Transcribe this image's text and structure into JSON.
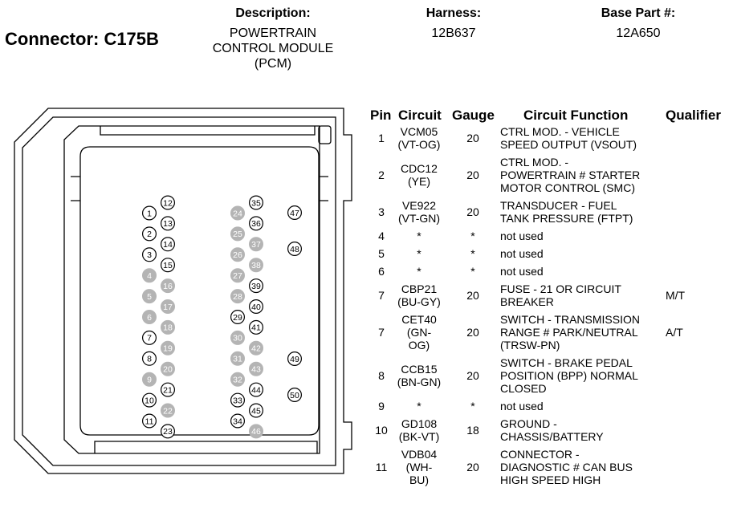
{
  "connector": {
    "title": "Connector: C175B"
  },
  "header": {
    "description_label": "Description:",
    "description_lines": [
      "POWERTRAIN",
      "CONTROL MODULE",
      "(PCM)"
    ],
    "harness_label": "Harness:",
    "harness_value": "12B637",
    "base_part_label": "Base Part #:",
    "base_part_value": "12A650"
  },
  "table": {
    "headers": {
      "pin": "Pin",
      "circuit": "Circuit",
      "gauge": "Gauge",
      "function": "Circuit Function",
      "qualifier": "Qualifier"
    },
    "rows": [
      {
        "pin": "1",
        "circuit": [
          "VCM05",
          "(VT-OG)"
        ],
        "gauge": "20",
        "function": [
          "CTRL MOD. - VEHICLE",
          "SPEED OUTPUT (VSOUT)"
        ],
        "qualifier": ""
      },
      {
        "pin": "2",
        "circuit": [
          "CDC12",
          "(YE)"
        ],
        "gauge": "20",
        "function": [
          "CTRL MOD. -",
          "POWERTRAIN # STARTER",
          "MOTOR CONTROL (SMC)"
        ],
        "qualifier": ""
      },
      {
        "pin": "3",
        "circuit": [
          "VE922",
          "(VT-GN)"
        ],
        "gauge": "20",
        "function": [
          "TRANSDUCER - FUEL",
          "TANK PRESSURE (FTPT)"
        ],
        "qualifier": ""
      },
      {
        "pin": "4",
        "circuit": [
          "*"
        ],
        "gauge": "*",
        "function": [
          "not used"
        ],
        "qualifier": ""
      },
      {
        "pin": "5",
        "circuit": [
          "*"
        ],
        "gauge": "*",
        "function": [
          "not used"
        ],
        "qualifier": ""
      },
      {
        "pin": "6",
        "circuit": [
          "*"
        ],
        "gauge": "*",
        "function": [
          "not used"
        ],
        "qualifier": ""
      },
      {
        "pin": "7",
        "circuit": [
          "CBP21",
          "(BU-GY)"
        ],
        "gauge": "20",
        "function": [
          "FUSE - 21 OR CIRCUIT",
          "BREAKER"
        ],
        "qualifier": "M/T"
      },
      {
        "pin": "7",
        "circuit": [
          "CET40",
          "(GN-",
          "OG)"
        ],
        "gauge": "20",
        "function": [
          "SWITCH - TRANSMISSION",
          "RANGE # PARK/NEUTRAL",
          "(TRSW-PN)"
        ],
        "qualifier": "A/T"
      },
      {
        "pin": "8",
        "circuit": [
          "CCB15",
          "(BN-GN)"
        ],
        "gauge": "20",
        "function": [
          "SWITCH - BRAKE PEDAL",
          "POSITION (BPP) NORMAL",
          "CLOSED"
        ],
        "qualifier": ""
      },
      {
        "pin": "9",
        "circuit": [
          "*"
        ],
        "gauge": "*",
        "function": [
          "not used"
        ],
        "qualifier": ""
      },
      {
        "pin": "10",
        "circuit": [
          "GD108",
          "(BK-VT)"
        ],
        "gauge": "18",
        "function": [
          "GROUND -",
          "CHASSIS/BATTERY"
        ],
        "qualifier": ""
      },
      {
        "pin": "11",
        "circuit": [
          "VDB04",
          "(WH-",
          "BU)"
        ],
        "gauge": "20",
        "function": [
          "CONNECTOR -",
          "DIAGNOSTIC # CAN BUS",
          "HIGH SPEED HIGH"
        ],
        "qualifier": ""
      }
    ]
  },
  "pins": {
    "used": [
      "1",
      "2",
      "3",
      "7",
      "8",
      "10",
      "11",
      "12",
      "13",
      "14",
      "15",
      "21",
      "23",
      "29",
      "33",
      "34",
      "35",
      "36",
      "39",
      "40",
      "41",
      "44",
      "45",
      "47",
      "48",
      "49",
      "50"
    ],
    "unused": [
      "4",
      "5",
      "6",
      "9",
      "16",
      "17",
      "18",
      "19",
      "20",
      "22",
      "24",
      "25",
      "26",
      "27",
      "28",
      "30",
      "31",
      "32",
      "37",
      "38",
      "42",
      "43",
      "46"
    ]
  },
  "colors": {
    "unused_pin_fill": "#b4b4b4",
    "line": "#000000"
  }
}
